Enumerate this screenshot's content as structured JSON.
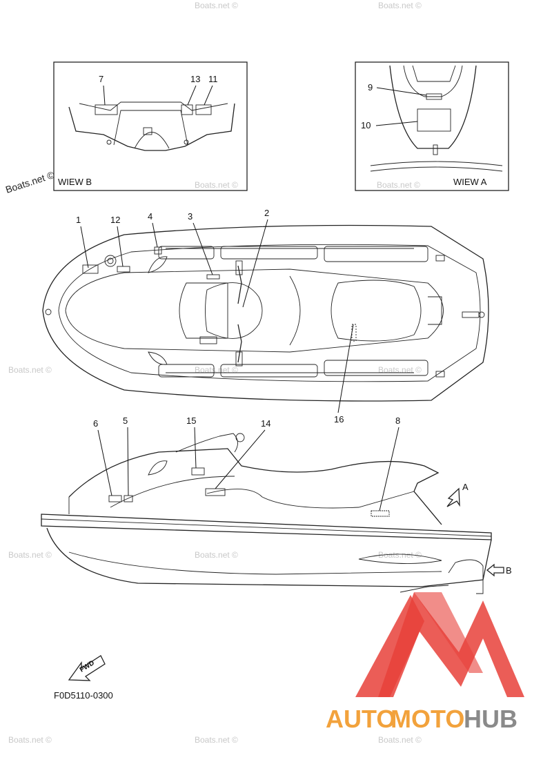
{
  "views": {
    "view_b_title": "WIEW B",
    "view_a_title": "WIEW A"
  },
  "callouts": {
    "c1": "1",
    "c2": "2",
    "c3": "3",
    "c4": "4",
    "c5": "5",
    "c6": "6",
    "c7": "7",
    "c8": "8",
    "c9": "9",
    "c10": "10",
    "c11": "11",
    "c12": "12",
    "c13": "13",
    "c14": "14",
    "c15": "15",
    "c16": "16"
  },
  "arrows": {
    "a": "A",
    "b": "B",
    "fwd": "FWD"
  },
  "part_code": "F0D5110-0300",
  "watermark": "Boats.net ©",
  "brand": {
    "auto": "AUTO",
    "moto": "MOTO",
    "hub": "HUB"
  },
  "colors": {
    "logo_red": "#e8413a",
    "logo_orange": "#f2a23c",
    "logo_gray": "#8a8a8a"
  }
}
